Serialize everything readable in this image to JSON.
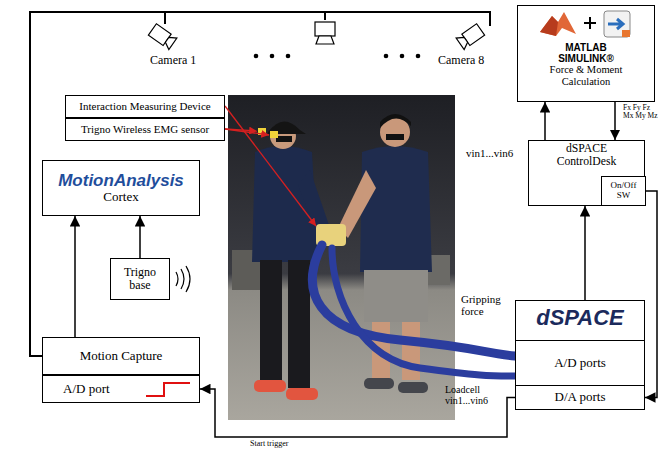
{
  "diagram": {
    "nodes": [
      {
        "text": [
          "Interaction Measuring Device"
        ]
      },
      {
        "text": [
          "Trigno Wireless EMG sensor"
        ]
      },
      {
        "text": [
          "MotionAnalysis",
          "Cortex"
        ]
      },
      {
        "text": [
          "Trigno base"
        ]
      },
      {
        "text": [
          "Motion Capture"
        ]
      },
      {
        "text": [
          "A/D port"
        ]
      },
      {
        "text": [
          "MATLAB SIMULINK®",
          "Force & Moment Calculation"
        ]
      },
      {
        "text": [
          "dSPACE ControlDesk"
        ]
      },
      {
        "text": [
          "On/Off SW"
        ],
        "in": 7
      },
      {
        "text": [
          "dSPACE"
        ]
      },
      {
        "text": [
          "A/D ports"
        ],
        "in": 9
      },
      {
        "text": [
          "D/A ports"
        ],
        "in": 9
      }
    ],
    "edges": [
      {
        "from": 4,
        "to": 2,
        "arrow": "to"
      },
      {
        "from": 3,
        "to": 2,
        "arrow": "to"
      },
      {
        "from": 7,
        "to": 6,
        "label": "vin1...vin6",
        "arrow": "to"
      },
      {
        "from": 6,
        "to": 7,
        "label": "Fx Fy Fz Mx My Mz",
        "arrow": "to"
      },
      {
        "from": 9,
        "to": 7,
        "arrow": "to"
      },
      {
        "from": 8,
        "to": 11,
        "arrow": "to"
      },
      {
        "from": 11,
        "to": 5,
        "label": "Start trigger",
        "arrow": "to"
      }
    ],
    "labels": [
      "Camera 1",
      "Camera 8",
      "Gripping force",
      "Loadcell vin1...vin6"
    ]
  }
}
